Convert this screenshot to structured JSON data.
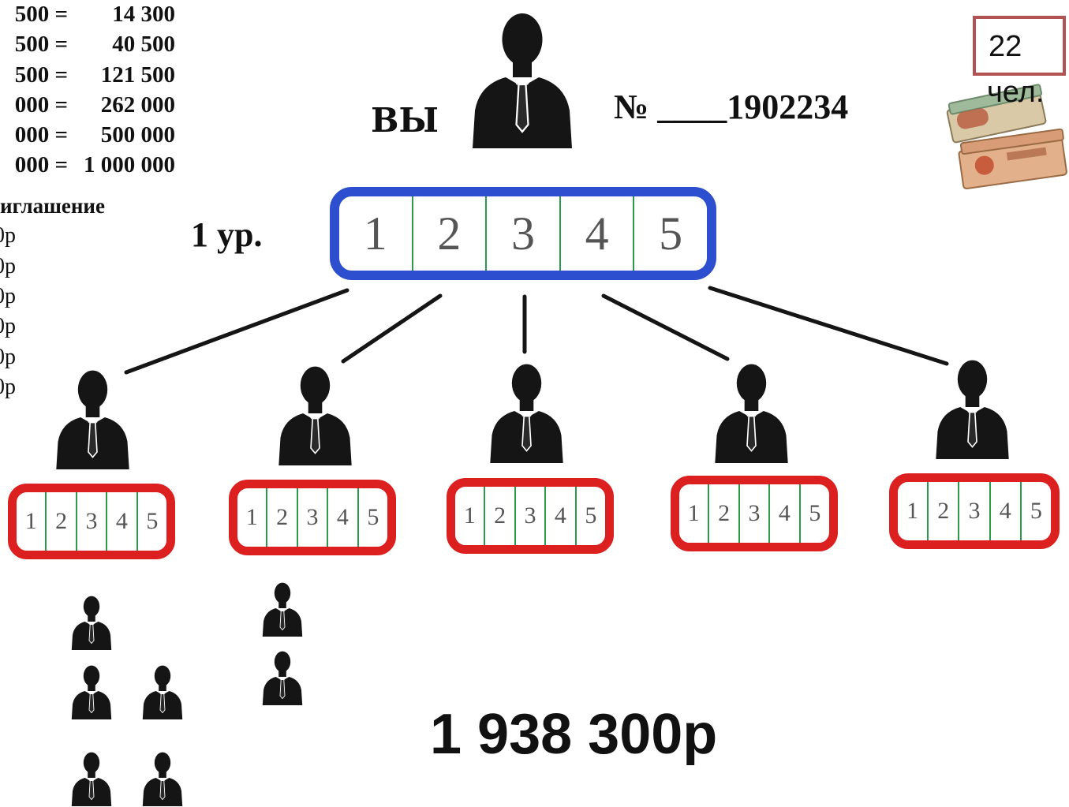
{
  "payout_table": [
    {
      "left": "500 =",
      "right": "14 300"
    },
    {
      "left": "500 =",
      "right": "40 500"
    },
    {
      "left": "500 =",
      "right": "121 500"
    },
    {
      "left": "000 =",
      "right": "262 000"
    },
    {
      "left": "000 =",
      "right": "500 000"
    },
    {
      "left": "000 =",
      "right": "1 000 000"
    }
  ],
  "invitation": {
    "title": "иглашение",
    "items": [
      "0р",
      "0р",
      "0р",
      "0р",
      "0р",
      "0р"
    ]
  },
  "header": {
    "you_label": "ВЫ",
    "number_label": "№ ____1902234"
  },
  "people_count": {
    "value": "22",
    "unit": "чел."
  },
  "level_label": "1 ур.",
  "main_slots": [
    "1",
    "2",
    "3",
    "4",
    "5"
  ],
  "sub_slots": [
    "1",
    "2",
    "3",
    "4",
    "5"
  ],
  "total": "1 938 300р",
  "colors": {
    "main_strip": "#2d4fcf",
    "sub_strip": "#dc1f1f",
    "divider": "#2c9a4a",
    "count_box": "#b25252"
  }
}
